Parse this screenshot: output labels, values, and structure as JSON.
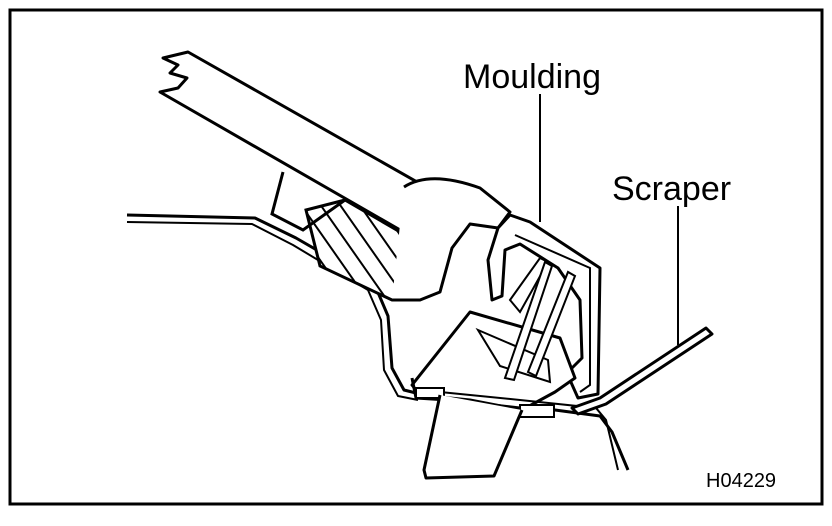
{
  "labels": {
    "moulding": "Moulding",
    "scraper": "Scraper"
  },
  "figure_code": "H04229",
  "colors": {
    "ink": "#000000",
    "paper": "#ffffff"
  }
}
